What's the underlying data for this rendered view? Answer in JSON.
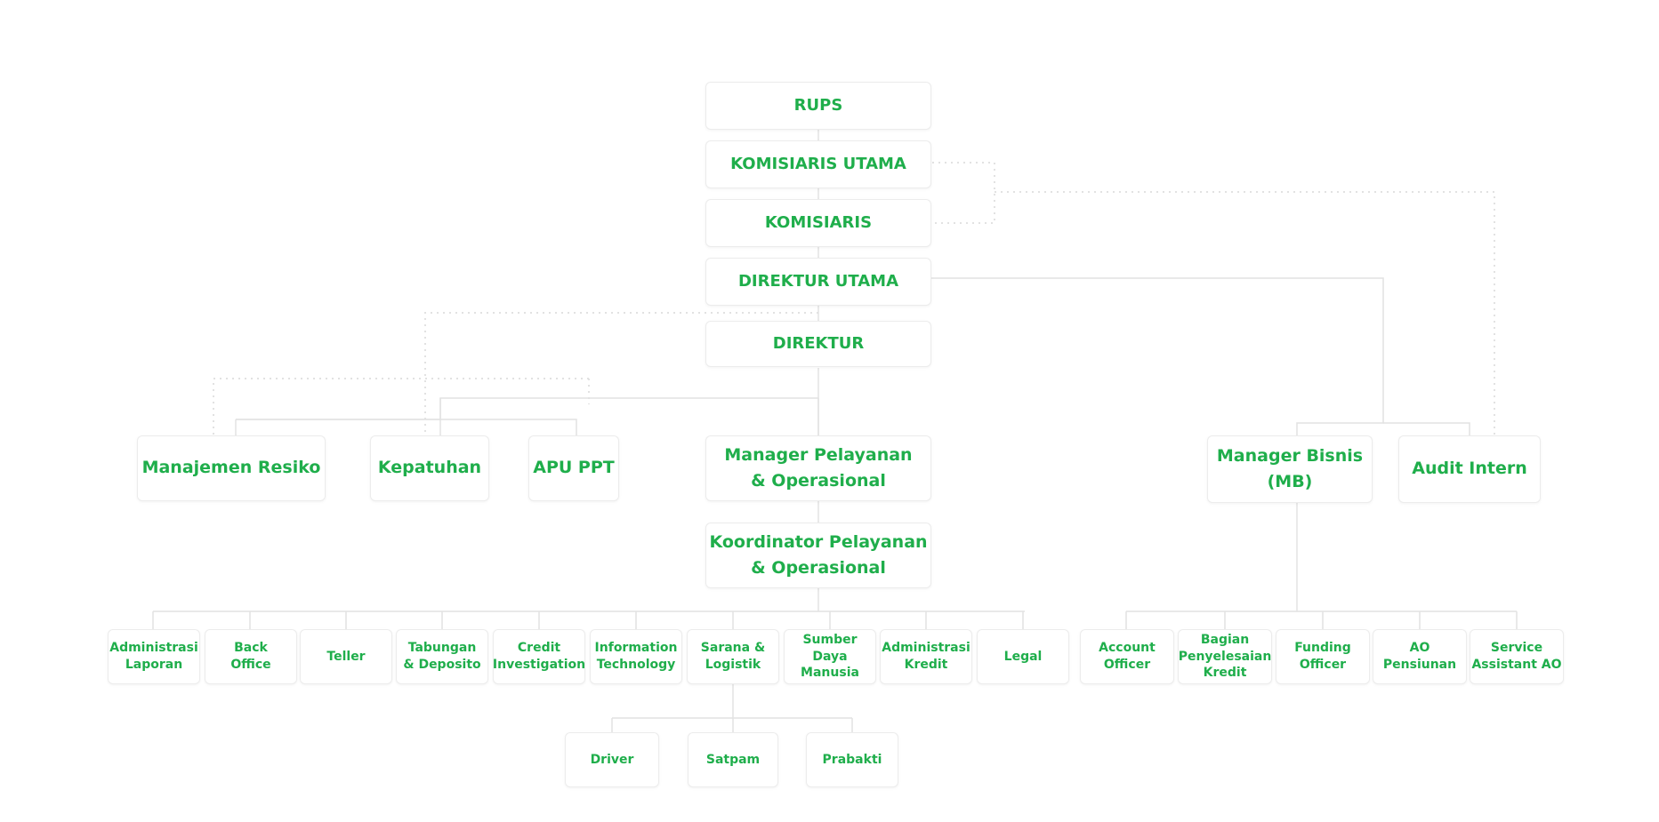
{
  "colors": {
    "text": "#1fae4b",
    "line": "#e2e2e2",
    "border": "#ececec"
  },
  "chain": {
    "rups": "RUPS",
    "komisaris_utama": "KOMISIARIS UTAMA",
    "komisaris": "KOMISIARIS",
    "direktur_utama": "DIREKTUR UTAMA",
    "direktur": "DIREKTUR"
  },
  "middle": {
    "manajemen_resiko": "Manajemen Resiko",
    "kepatuhan": "Kepatuhan",
    "apu_ppt": "APU PPT",
    "manager_pelayanan": "Manager Pelayanan\n& Operasional",
    "koordinator_pelayanan": "Koordinator Pelayanan\n& Operasional",
    "manager_bisnis": "Manager Bisnis\n(MB)",
    "audit_intern": "Audit Intern"
  },
  "operasional_units": [
    "Administrasi\nLaporan",
    "Back\nOffice",
    "Teller",
    "Tabungan\n& Deposito",
    "Credit\nInvestigation",
    "Information\nTechnology",
    "Sarana &\nLogistik",
    "Sumber Daya\nManusia",
    "Administrasi\nKredit",
    "Legal"
  ],
  "bisnis_units": [
    "Account\nOfficer",
    "Bagian\nPenyelesaian\nKredit",
    "Funding\nOfficer",
    "AO\nPensiunan",
    "Service\nAssistant AO"
  ],
  "sarana_units": [
    "Driver",
    "Satpam",
    "Prabakti"
  ]
}
